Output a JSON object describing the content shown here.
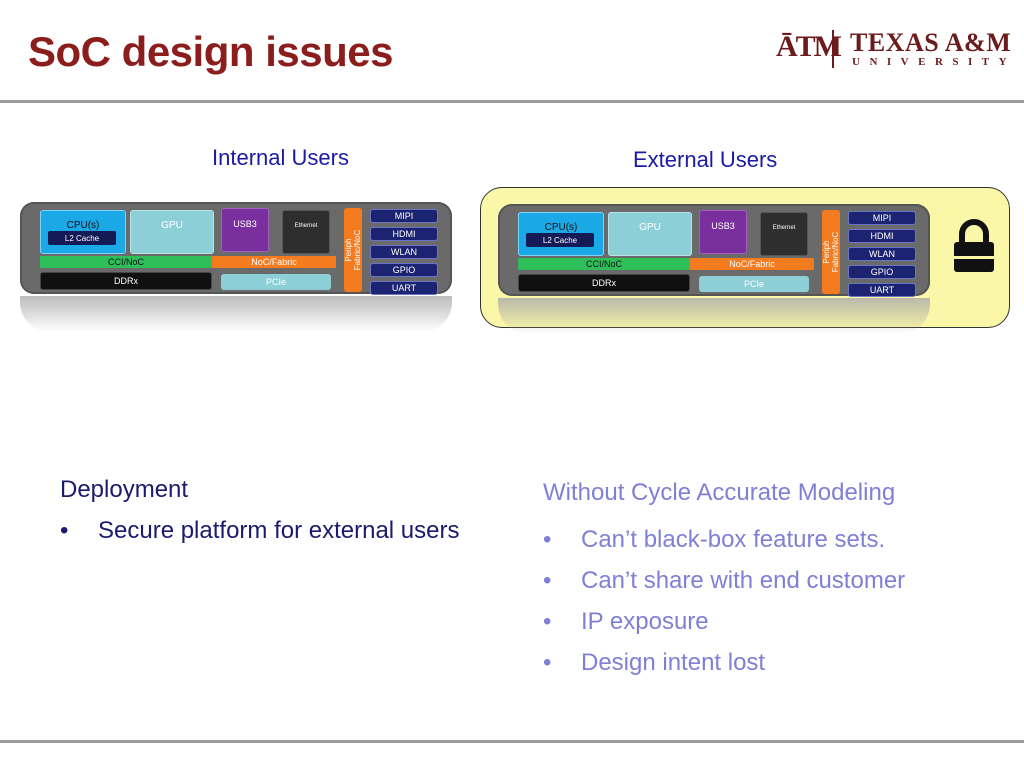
{
  "title": "SoC design issues",
  "logo": {
    "mark": "ĀTM",
    "name": "TEXAS A&M",
    "sub": "UNIVERSITY"
  },
  "internal_heading": "Internal Users",
  "external_heading": "External Users",
  "soc": {
    "cpu": "CPU(s)",
    "l2": "L2 Cache",
    "gpu": "GPU",
    "usb": "USB3",
    "eth": "Ethernet",
    "cci": "CCI/NoC",
    "noc": "NoC/Fabric",
    "ddr": "DDRx",
    "pcie": "PCIe",
    "periph": "Periph\nFabric/NoC",
    "io": [
      "MIPI",
      "HDMI",
      "WLAN",
      "GPIO",
      "UART"
    ]
  },
  "deployment": {
    "heading": "Deployment",
    "items": [
      "Secure platform for external users"
    ]
  },
  "cycle": {
    "heading": "Without Cycle Accurate Modeling",
    "items": [
      "Can’t black-box feature sets.",
      "Can’t share with end customer",
      "IP exposure",
      "Design intent lost"
    ]
  },
  "colors": {
    "title": "#8b1d1d",
    "heading_blue": "#1a1aa6",
    "body_dark": "#1a1a6e",
    "body_light": "#7f7fd6",
    "lock_bg": "#fbf7a8"
  }
}
